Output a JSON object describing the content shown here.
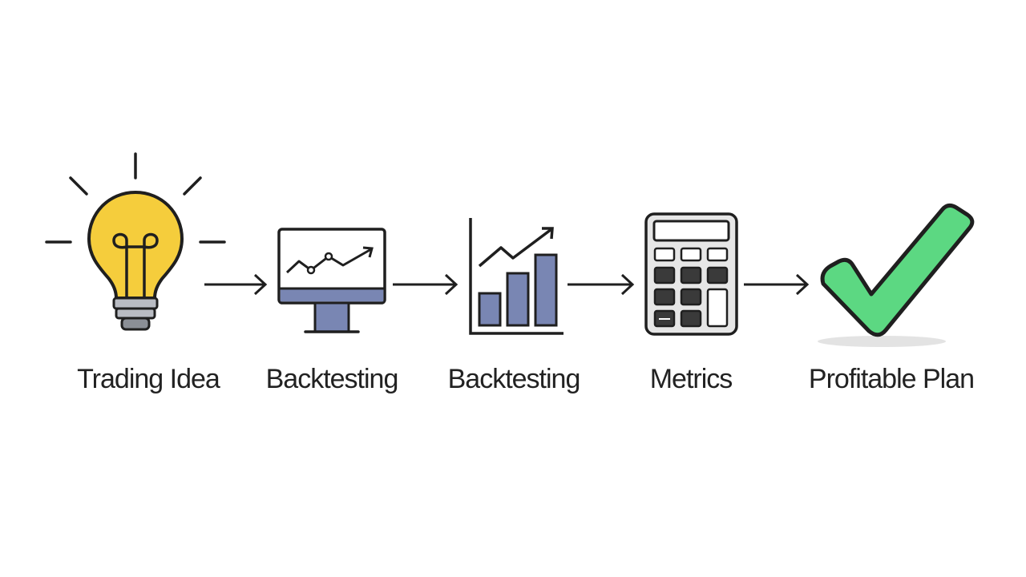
{
  "diagram": {
    "steps": [
      {
        "label": "Trading Idea",
        "icon": "lightbulb-icon"
      },
      {
        "label": "Backtesting",
        "icon": "monitor-chart-icon"
      },
      {
        "label": "Backtesting",
        "icon": "bar-chart-icon"
      },
      {
        "label": "Metrics",
        "icon": "calculator-icon"
      },
      {
        "label": "Profitable Plan",
        "icon": "checkmark-icon"
      }
    ],
    "colors": {
      "bulb": "#F5CD3C",
      "accent_blue": "#7986B3",
      "check_green": "#5CD882",
      "stroke": "#1f1f1f",
      "calculator_keys": "#3a3a3a"
    }
  }
}
